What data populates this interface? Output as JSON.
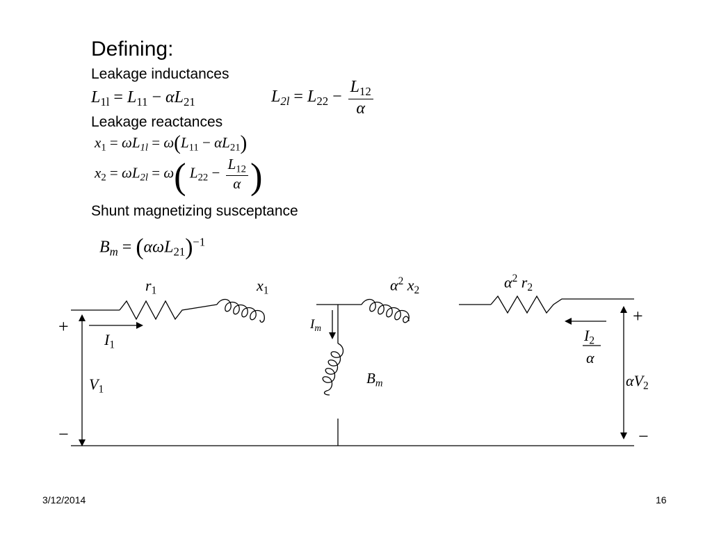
{
  "slide": {
    "heading": "Defining:",
    "leakage_inductances_label": "Leakage inductances",
    "leakage_reactances_label": "Leakage reactances",
    "shunt_label": "Shunt magnetizing susceptance"
  },
  "equations": {
    "L1l": {
      "lhs": "L",
      "lhs_sub": "1l",
      "rhs_a": "L",
      "rhs_a_sub": "11",
      "minus": "−",
      "alpha": "α",
      "rhs_b": "L",
      "rhs_b_sub": "21"
    },
    "L2l": {
      "lhs": "L",
      "lhs_sub": "2l",
      "rhs_a": "L",
      "rhs_a_sub": "22",
      "minus": "−",
      "num": "L",
      "num_sub": "12",
      "den": "α"
    },
    "x1": {
      "lhs": "x",
      "lhs_sub": "1",
      "omega": "ω",
      "L": "L",
      "L_sub": "1l",
      "a": "L",
      "a_sub": "11",
      "minus": "−",
      "alpha": "α",
      "b": "L",
      "b_sub": "21"
    },
    "x2": {
      "lhs": "x",
      "lhs_sub": "2",
      "omega": "ω",
      "L": "L",
      "L_sub": "2l",
      "a": "L",
      "a_sub": "22",
      "minus": "−",
      "num": "L",
      "num_sub": "12",
      "den": "α"
    },
    "Bm": {
      "lhs": "B",
      "lhs_sub": "m",
      "alpha": "α",
      "omega": "ω",
      "L": "L",
      "L_sub": "21",
      "exp": "−1"
    }
  },
  "circuit": {
    "r1": "r",
    "r1_sub": "1",
    "x1": "x",
    "x1_sub": "1",
    "a2x2_alpha": "α",
    "a2x2_exp": "2",
    "a2x2_x": "x",
    "a2x2_sub": "2",
    "a2r2_alpha": "α",
    "a2r2_exp": "2",
    "a2r2_r": "r",
    "a2r2_sub": "2",
    "Im": "I",
    "Im_sub": "m",
    "Bm": "B",
    "Bm_sub": "m",
    "I1": "I",
    "I1_sub": "1",
    "V1": "V",
    "V1_sub": "1",
    "I2_num": "I",
    "I2_sub": "2",
    "I2_den": "α",
    "aV2_alpha": "α",
    "aV2_V": "V",
    "aV2_sub": "2",
    "plus_left": "+",
    "minus_left": "−",
    "plus_right": "+",
    "minus_right": "−"
  },
  "footer": {
    "date": "3/12/2014",
    "page": "16"
  }
}
